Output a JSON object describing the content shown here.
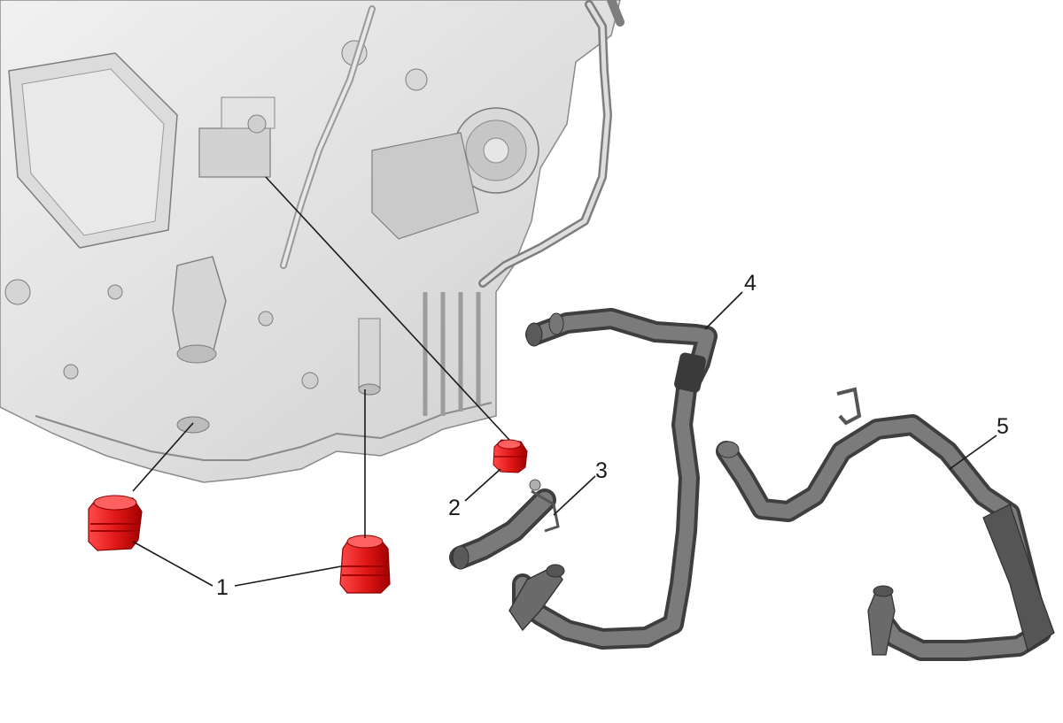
{
  "callouts": [
    {
      "id": "1",
      "label": "1"
    },
    {
      "id": "2",
      "label": "2"
    },
    {
      "id": "3",
      "label": "3"
    },
    {
      "id": "4",
      "label": "4"
    },
    {
      "id": "5",
      "label": "5"
    }
  ],
  "colors": {
    "highlight_part": "#e21818",
    "engine_light": "#e6e6e6",
    "engine_shadow": "#b9b9b9",
    "engine_edge": "#8a8a8a",
    "hose": "#6d6d6d",
    "hose_dark": "#3e3e3e",
    "leader": "#1a1a1a"
  }
}
